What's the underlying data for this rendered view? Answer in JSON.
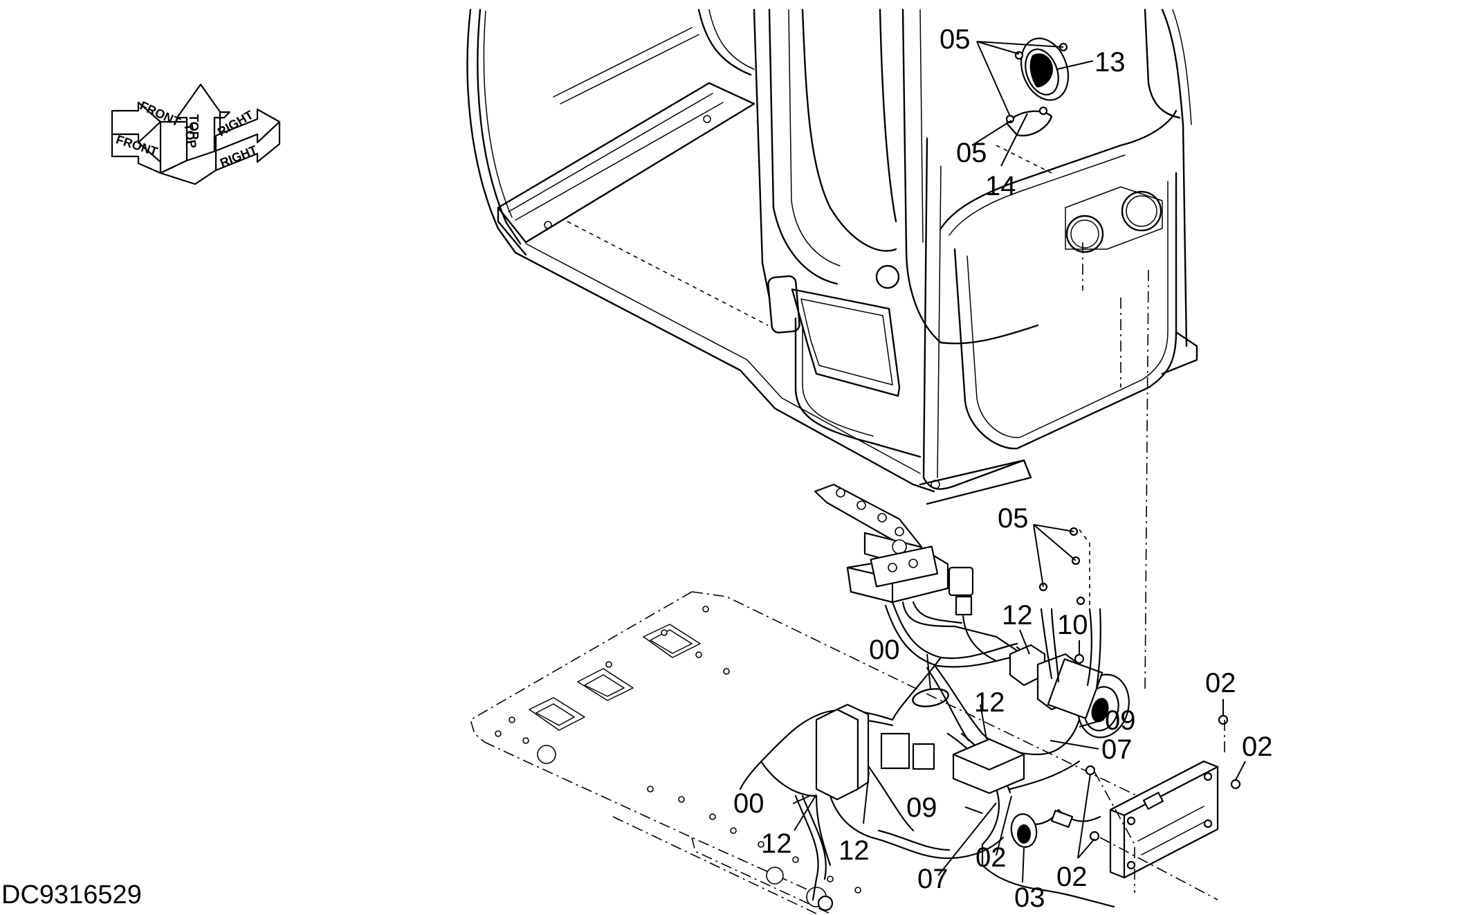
{
  "drawing_id": "DC9316529",
  "orientation_symbol": {
    "front": "FRONT",
    "front_mirrored": "FRONT",
    "top": "TOP",
    "top_mirrored": "TOP",
    "right": "RIGHT",
    "right_mirrored": "RIGHT"
  },
  "callouts": {
    "c05_top": "05",
    "c13": "13",
    "c05_mid": "05",
    "c14": "14",
    "c05_lower": "05",
    "c12_a": "12",
    "c10": "10",
    "c00_a": "00",
    "c12_b": "12",
    "c09_a": "09",
    "c07_a": "07",
    "c02_a": "02",
    "c02_b": "02",
    "c00_b": "00",
    "c09_b": "09",
    "c12_c": "12",
    "c12_d": "12",
    "c07_b": "07",
    "c02_c": "02",
    "c03": "03",
    "c02_d": "02"
  }
}
